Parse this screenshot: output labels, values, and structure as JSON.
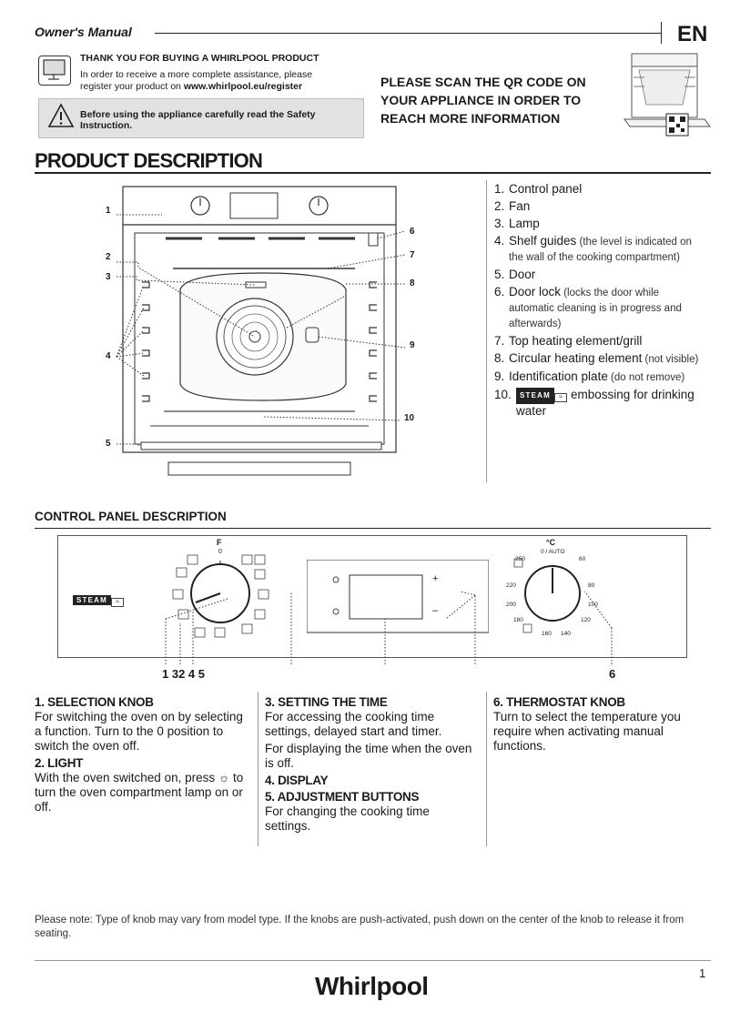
{
  "header": {
    "title": "Owner's Manual",
    "lang": "EN"
  },
  "register": {
    "heading": "THANK YOU FOR BUYING A  WHIRLPOOL PRODUCT",
    "line1": "In order to receive a more complete assistance, please",
    "line2_prefix": "register your product on ",
    "url": "www.whirlpool.eu/register"
  },
  "warning": {
    "text": "Before using the appliance carefully read the Safety Instruction."
  },
  "qr": {
    "text": "PLEASE SCAN THE QR CODE ON YOUR APPLIANCE IN ORDER TO REACH MORE INFORMATION"
  },
  "product_description": {
    "title": "PRODUCT DESCRIPTION",
    "parts": [
      {
        "num": "1.",
        "name": "Control panel",
        "note": ""
      },
      {
        "num": "2.",
        "name": "Fan",
        "note": ""
      },
      {
        "num": "3.",
        "name": "Lamp",
        "note": ""
      },
      {
        "num": "4.",
        "name": "Shelf guides",
        "note": " (the level is indicated on the wall of the cooking compartment)"
      },
      {
        "num": "5.",
        "name": "Door",
        "note": ""
      },
      {
        "num": "6.",
        "name": "Door lock",
        "note": " (locks the door while automatic cleaning is in progress and afterwards)"
      },
      {
        "num": "7.",
        "name": "Top heating element/grill",
        "note": ""
      },
      {
        "num": "8.",
        "name": "Circular heating element",
        "note": " (not visible)"
      },
      {
        "num": "9.",
        "name": "Identification plate",
        "note": " (do not remove)"
      }
    ],
    "part10": {
      "num": "10.",
      "badge": "STEAM",
      "text": "embossing for drinking water"
    },
    "callouts": [
      "1",
      "2",
      "3",
      "4",
      "5",
      "6",
      "7",
      "8",
      "9",
      "10"
    ]
  },
  "control_panel": {
    "title": "CONTROL PANEL DESCRIPTION",
    "steam_badge": "STEAM",
    "selection_knob_top": "F",
    "selection_knob_zero": "0",
    "thermo_unit": "°C",
    "thermo_auto": "0 / AUTO",
    "thermo_values": [
      "250",
      "60",
      "220",
      "80",
      "200",
      "100",
      "180",
      "120",
      "160",
      "140"
    ],
    "plus": "+",
    "minus": "–",
    "left_callout": "1 32 4 5",
    "right_callout": "6"
  },
  "descriptions": {
    "c1": {
      "h1": "1. SELECTION KNOB",
      "p1": "For switching the oven on by selecting a function. Turn to the  0 position to switch the oven off.",
      "h2": "2. LIGHT",
      "p2": "With the oven switched on, press ☼ to turn the oven compartment lamp on or off."
    },
    "c2": {
      "h1": "3. SETTING THE TIME",
      "p1": "For accessing the cooking time settings, delayed start and timer.",
      "p2": "For displaying the time when the oven is off.",
      "h2": "4. DISPLAY",
      "h3": "5. ADJUSTMENT BUTTONS",
      "p3": "For changing the cooking time settings."
    },
    "c3": {
      "h1": "6. THERMOSTAT KNOB",
      "p1": "Turn to select the temperature you require when activating manual functions."
    }
  },
  "footer": {
    "note": "Please note: Type of knob may vary from model type. If the knobs are push-activated, push down on the center of the knob to release it from seating.",
    "page": "1",
    "logo": "Whirlpool"
  }
}
